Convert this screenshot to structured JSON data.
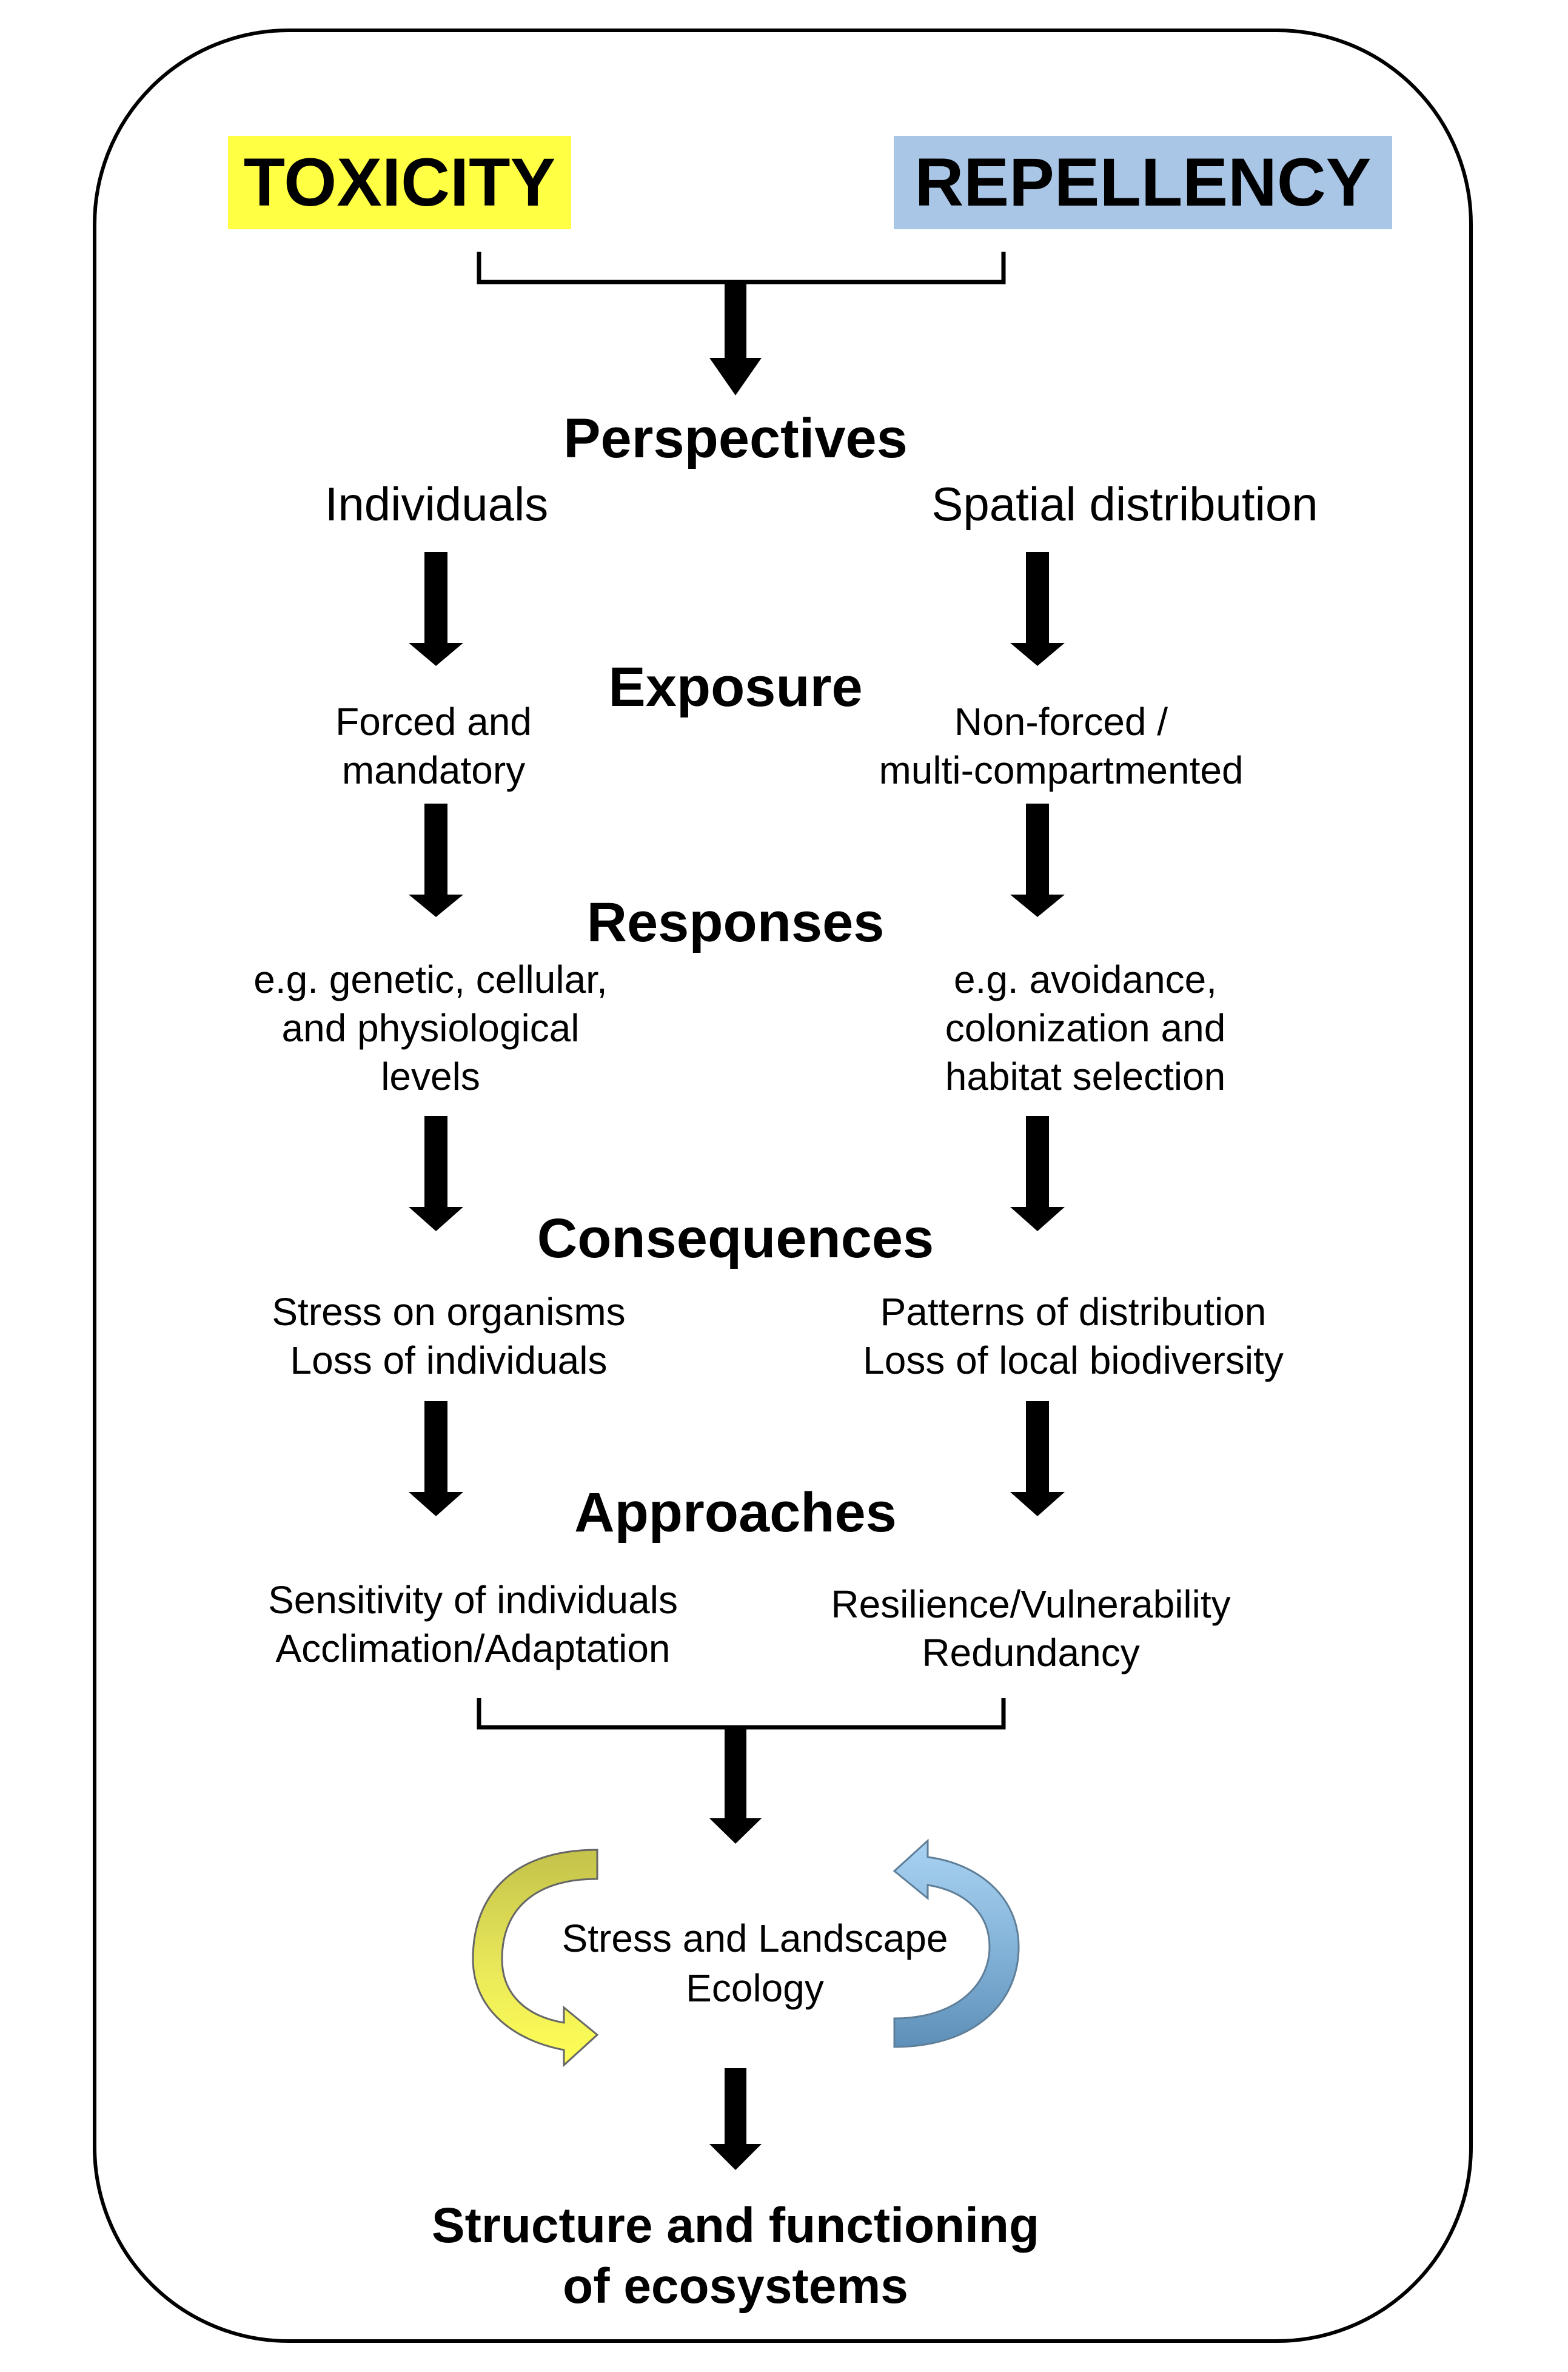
{
  "top": {
    "toxicity": "TOXICITY",
    "repellency": "REPELLENCY",
    "toxicity_color": "#ffff44",
    "repellency_color": "#a9c6e6"
  },
  "perspectives": {
    "heading": "Perspectives",
    "left": "Individuals",
    "right": "Spatial distribution"
  },
  "exposure": {
    "heading": "Exposure",
    "left": [
      "Forced and",
      "mandatory"
    ],
    "right": [
      "Non-forced /",
      "multi-compartmented"
    ]
  },
  "responses": {
    "heading": "Responses",
    "left": [
      "e.g. genetic, cellular,",
      "and physiological",
      "levels"
    ],
    "right": [
      "e.g. avoidance,",
      "colonization and",
      "habitat selection"
    ]
  },
  "consequences": {
    "heading": "Consequences",
    "left": [
      "Stress on organisms",
      "Loss of individuals"
    ],
    "right": [
      "Patterns of distribution",
      "Loss of local biodiversity"
    ]
  },
  "approaches": {
    "heading": "Approaches",
    "left": [
      "Sensitivity of individuals",
      "Acclimation/Adaptation"
    ],
    "right": [
      "Resilience/Vulnerability",
      "Redundancy"
    ]
  },
  "cycle": {
    "label": [
      "Stress and Landscape",
      "Ecology"
    ],
    "left_arrow_color": "#e6e650",
    "right_arrow_color": "#8fbfe0"
  },
  "final": [
    "Structure and functioning",
    "of ecosystems"
  ],
  "icons": [
    "down-arrow-icon",
    "bracket-icon",
    "cycle-arrow-icon"
  ]
}
